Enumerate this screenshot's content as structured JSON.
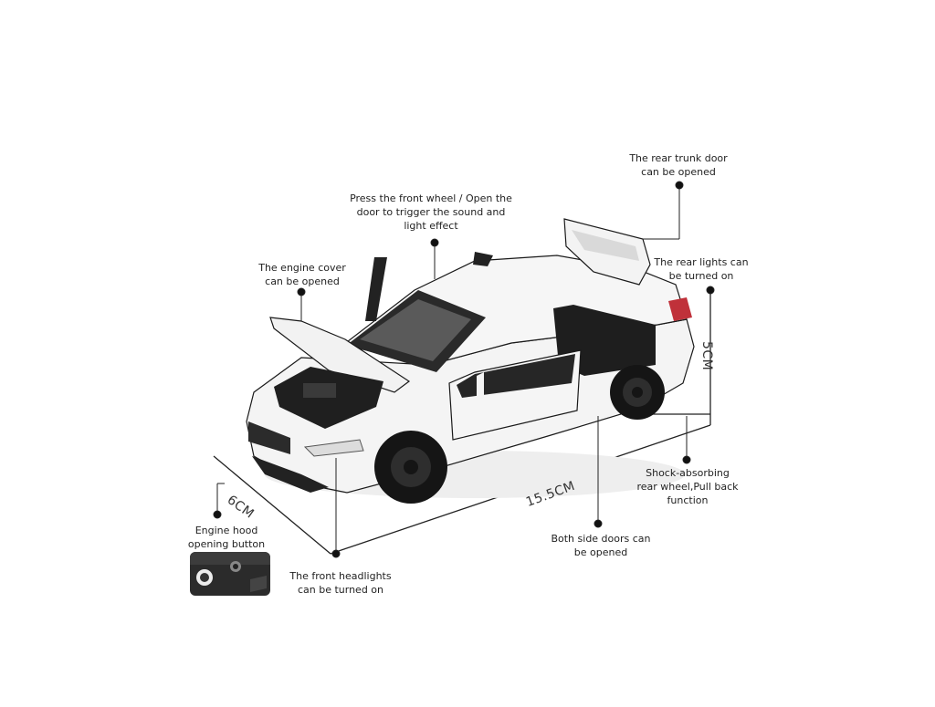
{
  "labels": {
    "trunk": "The rear trunk door\ncan be opened",
    "sound": "Press the front wheel / Open the\ndoor to trigger the sound and\nlight effect",
    "engine_cover": "The engine cover\ncan be opened",
    "rear_lights": "The rear lights can\nbe turned on",
    "shock": "Shock-absorbing\nrear wheel,Pull back\nfunction",
    "side_doors": "Both side doors can\nbe opened",
    "headlights": "The front headlights\ncan be turned on",
    "hood_button": "Engine hood\nopening button"
  },
  "dimensions": {
    "length": "15.5CM",
    "width": "6CM",
    "height": "5CM"
  },
  "colors": {
    "car_body": "#f4f4f4",
    "outline": "#1a1a1a",
    "wheel": "#151515",
    "leader": "#222222"
  },
  "icons": {
    "car": "white-sedan-model",
    "hood_button": "hood-button-closeup"
  }
}
